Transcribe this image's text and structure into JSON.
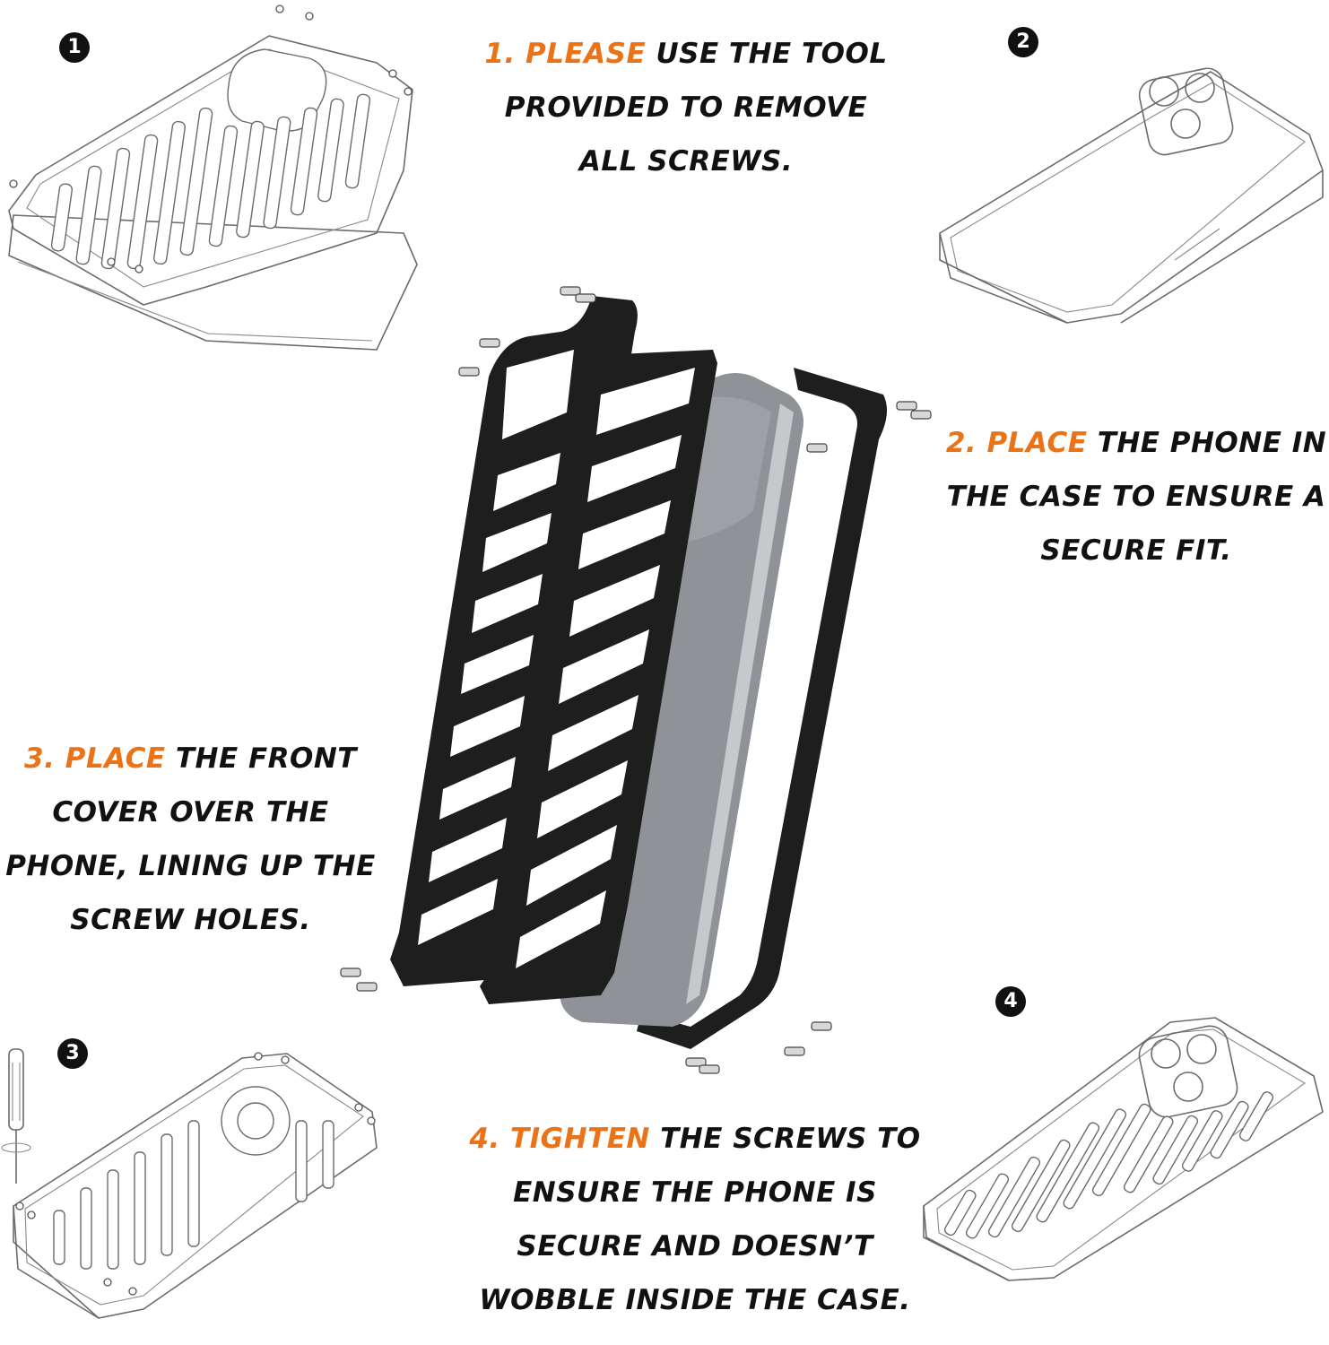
{
  "steps": [
    {
      "number_label": "1",
      "highlight": "1. PLEASE",
      "rest_line1": "USE THE TOOL",
      "line2": "PROVIDED TO REMOVE",
      "line3": "ALL SCREWS.",
      "line4": ""
    },
    {
      "number_label": "2",
      "highlight": "2. PLACE",
      "rest_line1": "THE PHONE IN",
      "line2": "THE CASE TO ENSURE A",
      "line3": "SECURE FIT.",
      "line4": ""
    },
    {
      "number_label": "3",
      "highlight": "3. PLACE",
      "rest_line1": "THE FRONT",
      "line2": "COVER OVER THE",
      "line3": "PHONE, LINING UP THE",
      "line4": "SCREW HOLES."
    },
    {
      "number_label": "4",
      "highlight": "4. TIGHTEN",
      "rest_line1": "THE SCREWS TO",
      "line2": "ENSURE THE PHONE IS",
      "line3": "SECURE AND DOESN’T",
      "line4": "WOBBLE INSIDE THE CASE."
    }
  ],
  "colors": {
    "highlight": "#ea7317",
    "text": "#111111",
    "case_metal": "#1e1e1e",
    "phone": "#8f9296"
  },
  "icons": [
    "screw-icon",
    "screwdriver-icon",
    "step-number-badge"
  ]
}
